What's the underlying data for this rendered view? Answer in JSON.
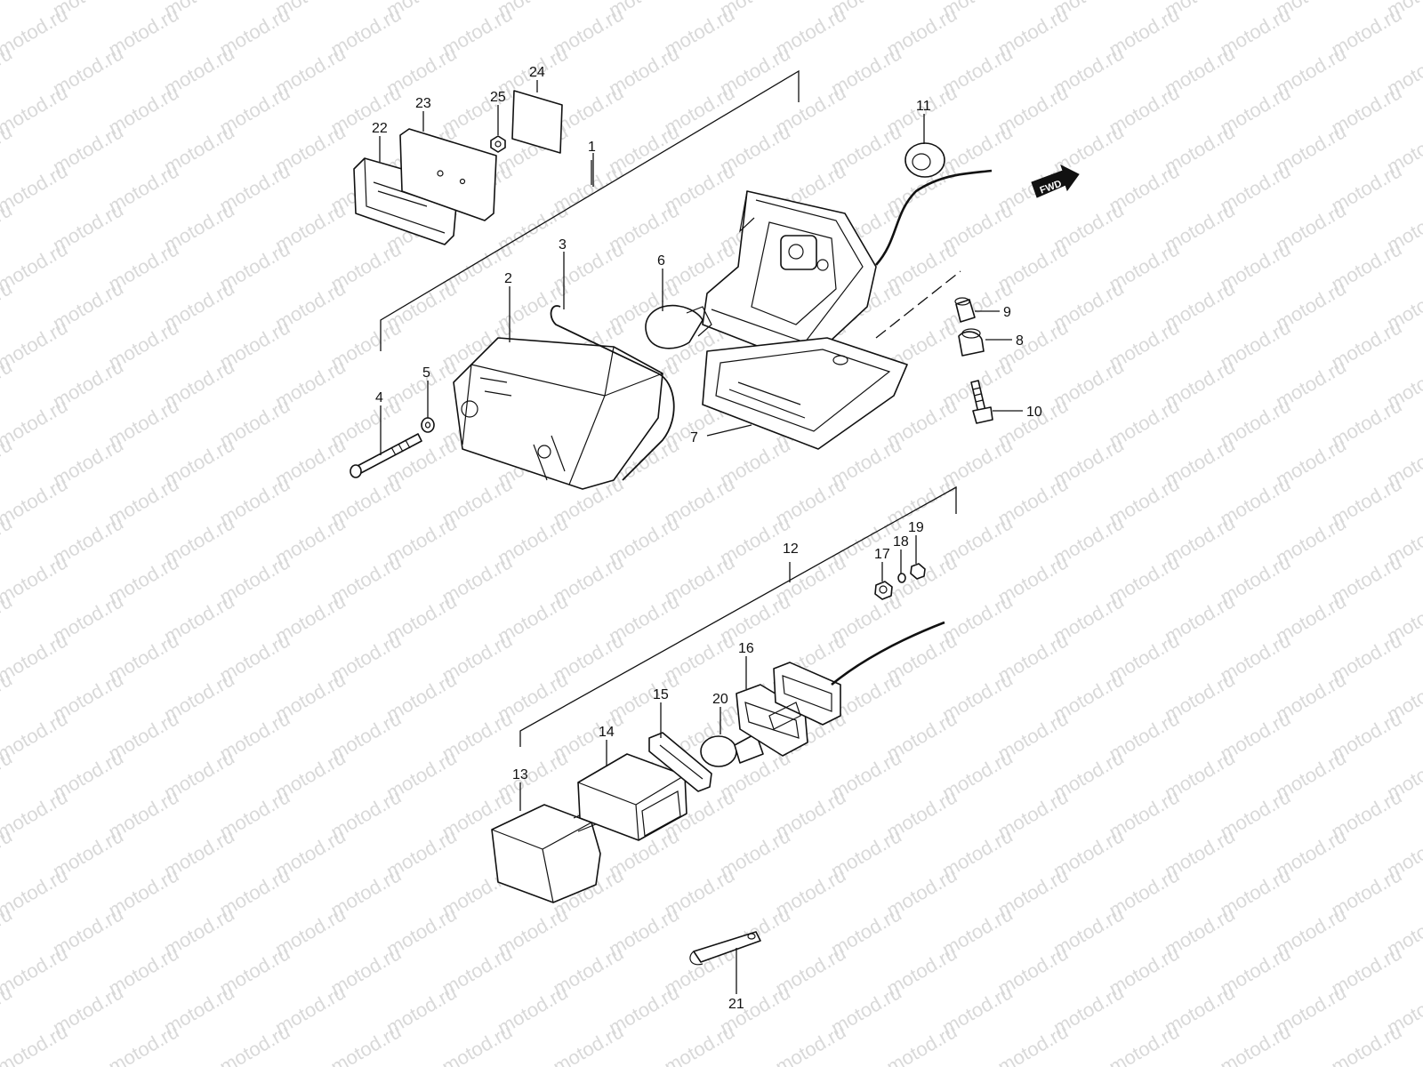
{
  "watermark": "motod.ru",
  "fwd_label": "FWD",
  "callouts": [
    "1",
    "2",
    "3",
    "4",
    "5",
    "6",
    "7",
    "8",
    "9",
    "10",
    "11",
    "12",
    "13",
    "14",
    "15",
    "16",
    "17",
    "18",
    "19",
    "20",
    "21",
    "22",
    "23",
    "24",
    "25"
  ]
}
